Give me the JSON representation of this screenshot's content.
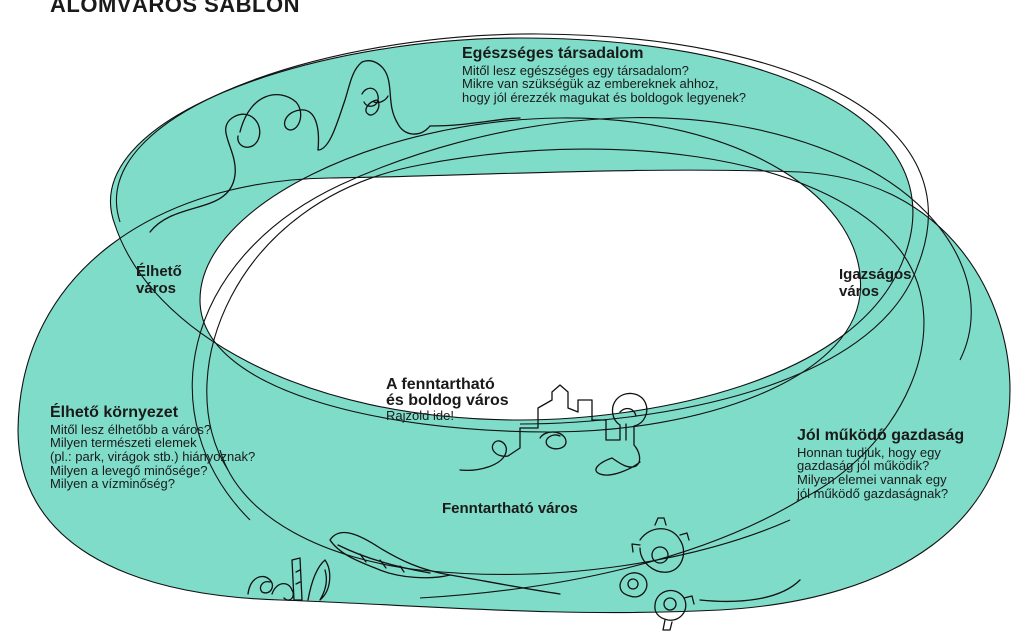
{
  "title": "ÁLOMVÁROS SABLON",
  "colors": {
    "fill": "#7fdcc9",
    "stroke": "#111111",
    "background": "#ffffff"
  },
  "healthy_society": {
    "heading": "Egészséges társadalom",
    "lines": [
      "Mitől lesz egészséges egy társadalom?",
      "Mikre van szükségük az embereknek ahhoz,",
      "hogy jól érezzék magukat és boldogok legyenek?"
    ]
  },
  "livable_city": {
    "line1": "Élhető",
    "line2": "város"
  },
  "just_city": {
    "line1": "Igazságos",
    "line2": "város"
  },
  "livable_environment": {
    "heading": "Élhető környezet",
    "lines": [
      "Mitől lesz élhetőbb a város?",
      "Milyen természeti elemek",
      "(pl.: park, virágok stb.) hiányoznak?",
      "Milyen a levegő minősége?",
      "Milyen a vízminőség?"
    ]
  },
  "center": {
    "line1": "A fenntartható",
    "line2": "és boldog város",
    "sub": "Rajzold ide!"
  },
  "economy": {
    "heading": "Jól működő gazdaság",
    "lines": [
      "Honnan tudjuk, hogy egy",
      "gazdaság jól működik?",
      "Milyen elemei vannak egy",
      "jól működő gazdaságnak?"
    ]
  },
  "sustainable_city": "Fenntartható város",
  "icons": [
    "people-doodle-icon",
    "city-doodle-icon",
    "leaf-plants-doodle-icon",
    "gears-doodle-icon"
  ]
}
